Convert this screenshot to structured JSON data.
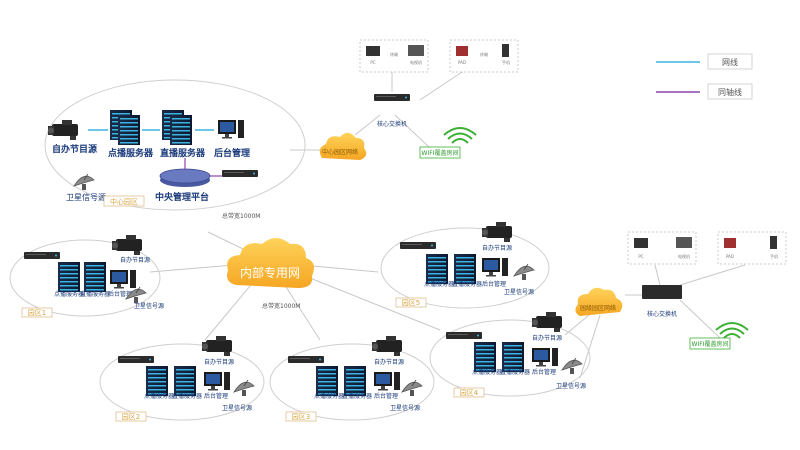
{
  "legend": {
    "network_line": "网线",
    "coax_line": "同轴线",
    "network_color": "#3ab4e0",
    "coax_color": "#8e44ad"
  },
  "central": {
    "zone_label": "中心园区",
    "self_program": "自办节目源",
    "vod_server": "点播服务器",
    "live_server": "直播服务器",
    "admin": "后台管理",
    "satellite": "卫星信号源",
    "platform": "中央管理平台",
    "center_cloud": "中心园区网络"
  },
  "core_top": {
    "switch": "核心交换机",
    "terminal_1": "终端",
    "terminal_2": "终端",
    "pc": "PC",
    "tv": "电视机",
    "pad": "PAD",
    "phone": "手机",
    "wifi": "WIFI覆盖房间"
  },
  "internal_cloud": "内部专用网",
  "bandwidth_1": "总带宽1000M",
  "bandwidth_2": "总带宽1000M",
  "zones": [
    {
      "label": "园区1",
      "self_program": "自办节目源",
      "vod": "点播服务器",
      "live": "直播服务器",
      "admin": "后台管理",
      "satellite": "卫星信号源"
    },
    {
      "label": "园区2",
      "self_program": "自办节目源",
      "vod": "点播服务器",
      "live": "直播服务器",
      "admin": "后台管理",
      "satellite": "卫星信号源"
    },
    {
      "label": "园区3",
      "self_program": "自办节目源",
      "vod": "点播服务器",
      "live": "直播服务器",
      "admin": "后台管理",
      "satellite": "卫星信号源"
    },
    {
      "label": "园区4",
      "self_program": "自办节目源",
      "vod": "点播服务器",
      "live": "直播服务器",
      "admin": "后台管理",
      "satellite": "卫星信号源"
    },
    {
      "label": "园区5",
      "self_program": "自办节目源",
      "vod": "点播服务器",
      "live": "直播服务器",
      "admin": "后台管理",
      "satellite": "卫星信号源"
    }
  ],
  "core_right": {
    "cloud": "园级园区网络",
    "switch": "核心交换机",
    "pc": "PC",
    "tv": "电视机",
    "pad": "PAD",
    "phone": "手机",
    "wifi": "WIFI覆盖房间"
  }
}
